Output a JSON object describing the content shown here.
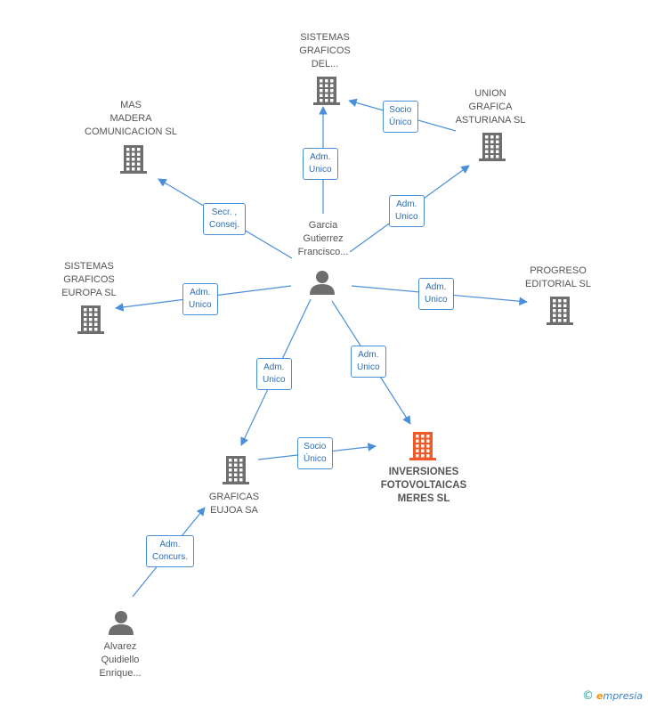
{
  "colors": {
    "edge": "#4a8fd9",
    "company_icon": "#6e6e6e",
    "main_company_icon": "#f05a28",
    "person_icon": "#6e6e6e"
  },
  "nodes": [
    {
      "id": "garcia",
      "kind": "person",
      "label": "Garcia\nGutierrez\nFrancisco..."
    },
    {
      "id": "sg_del",
      "kind": "company",
      "label": "SISTEMAS\nGRAFICOS\nDEL..."
    },
    {
      "id": "mas_madera",
      "kind": "company",
      "label": "MAS\nMADERA\nCOMUNICACION SL"
    },
    {
      "id": "union_grafica",
      "kind": "company",
      "label": "UNION\nGRAFICA\nASTURIANA SL"
    },
    {
      "id": "sg_europa",
      "kind": "company",
      "label": "SISTEMAS\nGRAFICOS\nEUROPA SL"
    },
    {
      "id": "progreso",
      "kind": "company",
      "label": "PROGRESO\nEDITORIAL SL"
    },
    {
      "id": "inversiones",
      "kind": "main",
      "label": "INVERSIONES\nFOTOVOLTAICAS\nMERES SL"
    },
    {
      "id": "graficas",
      "kind": "company",
      "label": "GRAFICAS\nEUJOA SA"
    },
    {
      "id": "alvarez",
      "kind": "person",
      "label": "Alvarez\nQuidiello\nEnrique..."
    }
  ],
  "edges": [
    {
      "id": "e1",
      "label": "Adm.\nUnico"
    },
    {
      "id": "e2",
      "label": "Socio\nÚnico"
    },
    {
      "id": "e3",
      "label": "Secr. ,\nConsej."
    },
    {
      "id": "e4",
      "label": "Adm.\nUnico"
    },
    {
      "id": "e5",
      "label": "Adm.\nUnico"
    },
    {
      "id": "e6",
      "label": "Adm.\nUnico"
    },
    {
      "id": "e7",
      "label": "Adm.\nUnico"
    },
    {
      "id": "e8",
      "label": "Adm.\nUnico"
    },
    {
      "id": "e9",
      "label": "Socio\nÚnico"
    },
    {
      "id": "e10",
      "label": "Adm.\nConcurs."
    }
  ],
  "footer": {
    "copyright": "©",
    "brand_initial": "e",
    "brand_rest": "mpresia"
  }
}
